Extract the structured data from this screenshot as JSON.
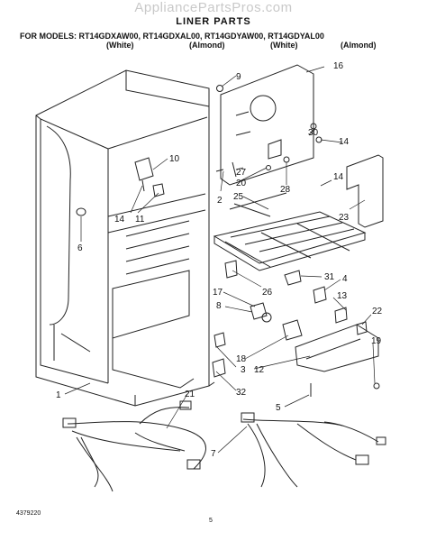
{
  "watermark": "AppliancePartsPros.com",
  "title": "LINER PARTS",
  "models_line": "FOR MODELS: RT14GDXAW00, RT14GDXAL00, RT14GDYAW00, RT14GDYAL00",
  "variants": [
    "(White)",
    "(Almond)",
    "(White)",
    "(Almond)"
  ],
  "callouts": [
    "16",
    "9",
    "30",
    "14",
    "10",
    "27",
    "20",
    "28",
    "14",
    "2",
    "25",
    "23",
    "14",
    "11",
    "6",
    "31",
    "4",
    "26",
    "17",
    "8",
    "13",
    "22",
    "18",
    "3",
    "12",
    "19",
    "1",
    "21",
    "32",
    "5",
    "7"
  ],
  "footer_code": "4379220",
  "page_number": "5"
}
